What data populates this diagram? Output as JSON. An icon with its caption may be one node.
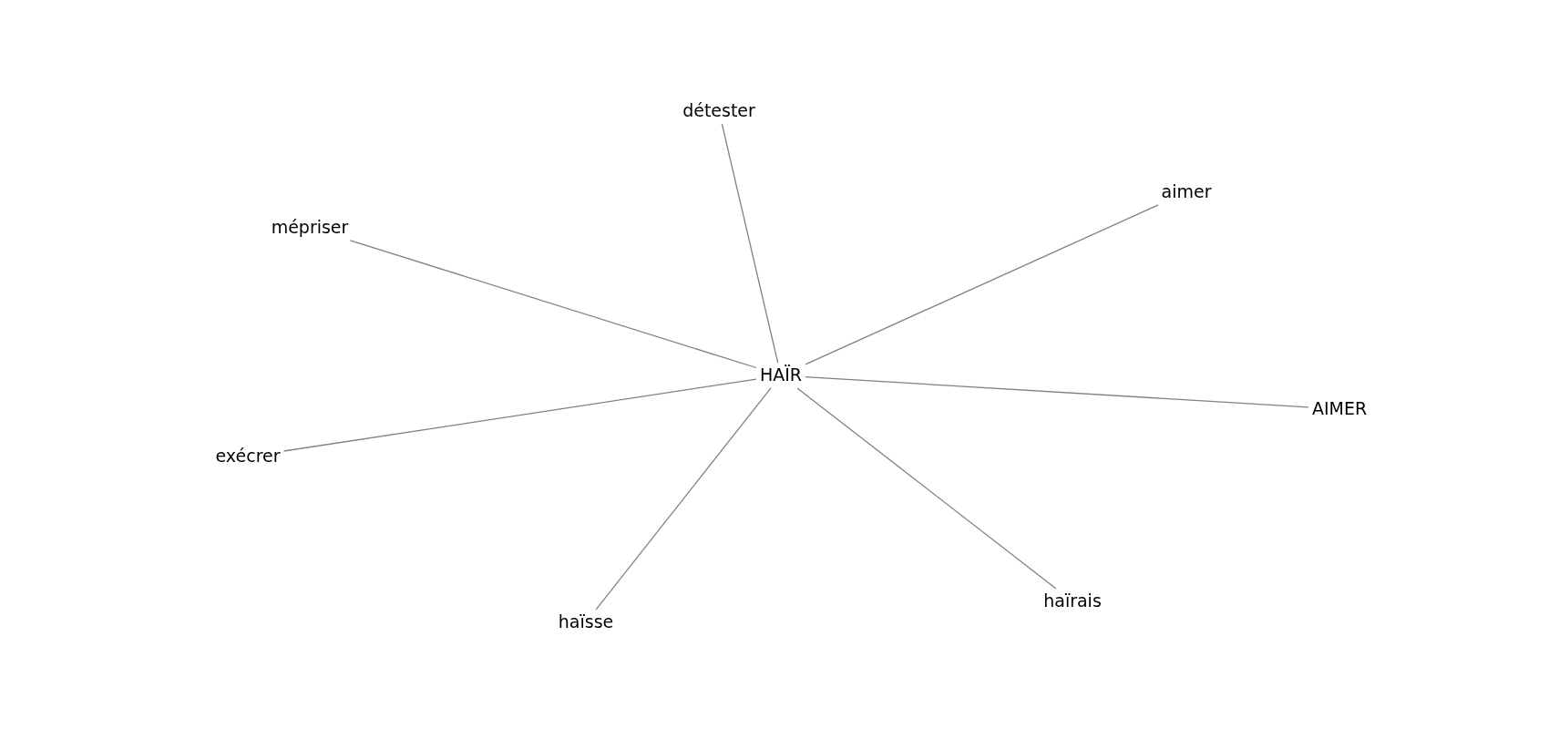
{
  "diagram": {
    "nodes": [
      {
        "text": [
          "détester"
        ]
      },
      {
        "text": [
          "aimer"
        ]
      },
      {
        "text": [
          "mépriser"
        ]
      },
      {
        "text": [
          "HAÏR"
        ]
      },
      {
        "text": [
          "AIMER"
        ]
      },
      {
        "text": [
          "exécrer"
        ]
      },
      {
        "text": [
          "haïrais"
        ]
      },
      {
        "text": [
          "haïsse"
        ]
      }
    ],
    "edges": [
      {
        "from": 3,
        "to": 0,
        "arrow": "none"
      },
      {
        "from": 3,
        "to": 1,
        "arrow": "none"
      },
      {
        "from": 3,
        "to": 2,
        "arrow": "none"
      },
      {
        "from": 3,
        "to": 4,
        "arrow": "none"
      },
      {
        "from": 3,
        "to": 5,
        "arrow": "none"
      },
      {
        "from": 3,
        "to": 6,
        "arrow": "none"
      },
      {
        "from": 3,
        "to": 7,
        "arrow": "none"
      }
    ]
  }
}
